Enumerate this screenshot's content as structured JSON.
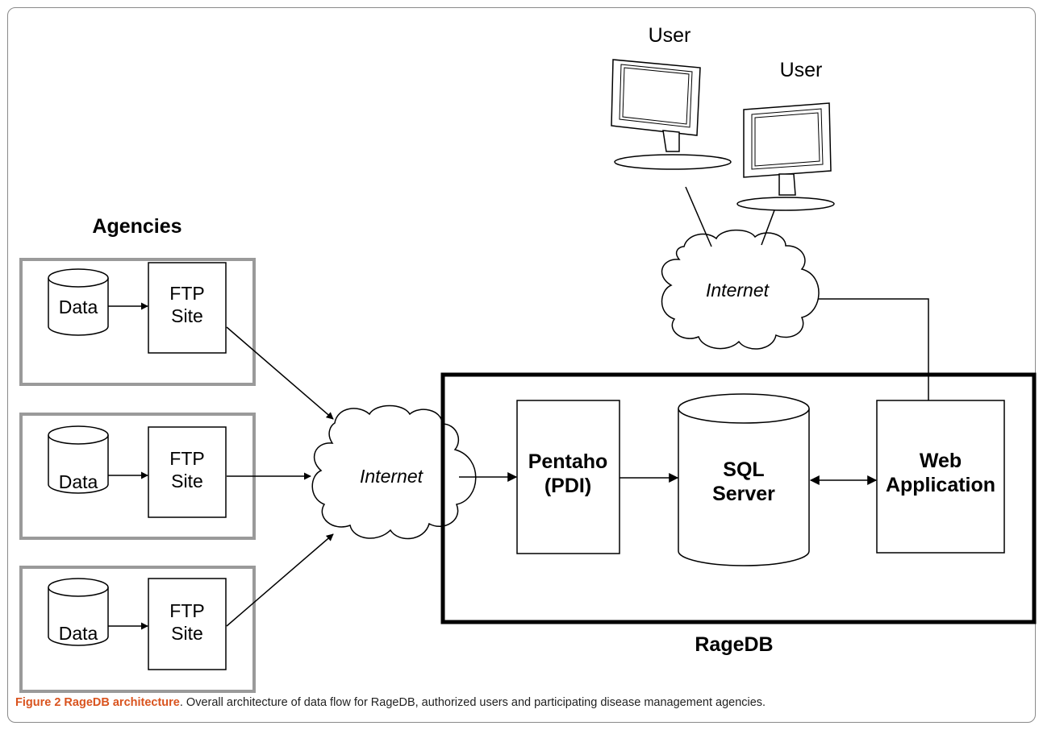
{
  "labels": {
    "agencies_title": "Agencies",
    "ragedb_title": "RageDB",
    "user_1": "User",
    "user_2": "User",
    "internet_left": "Internet",
    "internet_top": "Internet"
  },
  "agencies": [
    {
      "data": "Data",
      "ftp_line1": "FTP",
      "ftp_line2": "Site"
    },
    {
      "data": "Data",
      "ftp_line1": "FTP",
      "ftp_line2": "Site"
    },
    {
      "data": "Data",
      "ftp_line1": "FTP",
      "ftp_line2": "Site"
    }
  ],
  "ragedb": {
    "pentaho_line1": "Pentaho",
    "pentaho_line2": "(PDI)",
    "sql_line1": "SQL",
    "sql_line2": "Server",
    "web_line1": "Web",
    "web_line2": "Application"
  },
  "caption": {
    "figure_label": "Figure 2 RageDB architecture",
    "text": ". Overall architecture of data flow for RageDB, authorized users and participating disease management agencies."
  }
}
